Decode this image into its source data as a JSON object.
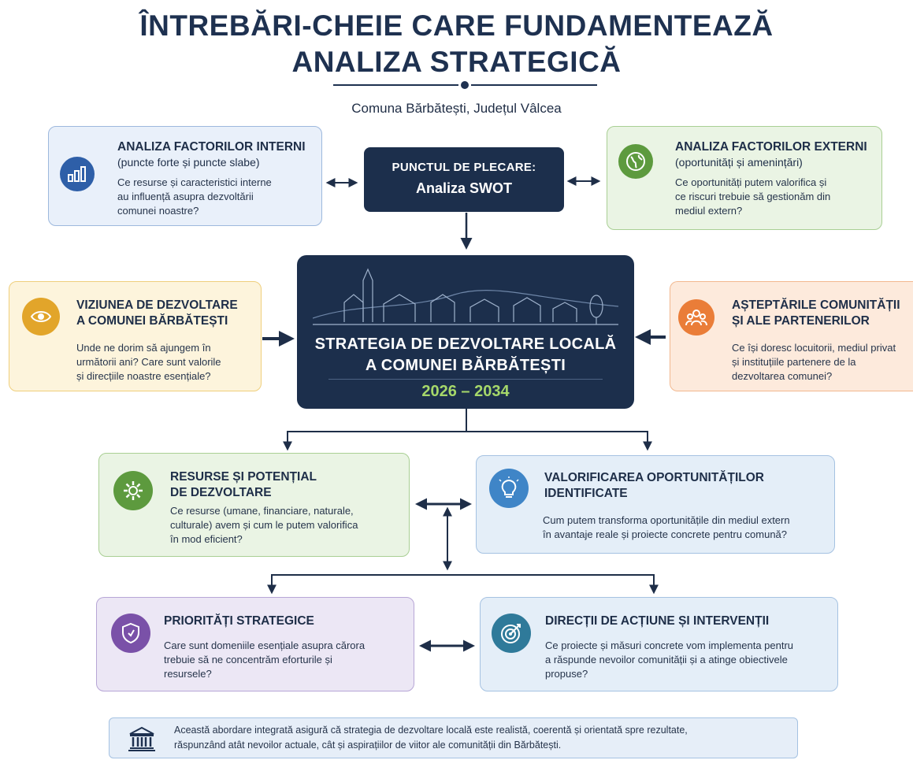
{
  "header": {
    "title_line1": "ÎNTREBĂRI-CHEIE CARE FUNDAMENTEAZĂ",
    "title_line2": "ANALIZA STRATEGICĂ",
    "subtitle": "Comuna Bărbătești, Județul Vâlcea"
  },
  "start": {
    "line1": "PUNCTUL DE PLECARE:",
    "line2": "Analiza SWOT"
  },
  "internal": {
    "title": "ANALIZA FACTORILOR INTERNI",
    "subtitle": "(puncte forte și puncte slabe)",
    "line1": "Ce resurse și caracteristici interne",
    "line2": "au influență asupra dezvoltării",
    "line3": "comunei noastre?",
    "icon": "bar-chart-icon"
  },
  "external": {
    "title": "ANALIZA FACTORILOR EXTERNI",
    "subtitle": "(oportunități și amenințări)",
    "line1": "Ce oportunități putem valorifica și",
    "line2": "ce riscuri trebuie să gestionăm din",
    "line3": "mediul extern?",
    "icon": "globe-icon"
  },
  "vision": {
    "title1": "VIZIUNEA DE DEZVOLTARE",
    "title2": "A COMUNEI BĂRBĂTEȘTI",
    "line1": "Unde ne dorim să ajungem în",
    "line2": "următorii ani? Care sunt valorile",
    "line3": "și direcțiile noastre esențiale?",
    "icon": "eye-icon"
  },
  "expectations": {
    "title1": "AȘTEPTĂRILE COMUNITĂȚII",
    "title2": "ȘI ALE PARTENERILOR",
    "line1": "Ce își doresc locuitorii, mediul privat",
    "line2": "și instituțiile partenere de la",
    "line3": "dezvoltarea comunei?",
    "icon": "community-icon"
  },
  "center": {
    "line1": "STRATEGIA DE DEZVOLTARE LOCALĂ",
    "line2": "A COMUNEI BĂRBĂTEȘTI",
    "years": "2026 – 2034"
  },
  "resources": {
    "title1": "RESURSE ȘI POTENȚIAL",
    "title2": "DE DEZVOLTARE",
    "line1": "Ce resurse (umane, financiare, naturale,",
    "line2": "culturale) avem și cum le putem valorifica",
    "line3": "în mod eficient?",
    "icon": "gear-icon"
  },
  "opportunities": {
    "title1": "VALORIFICAREA OPORTUNITĂȚILOR",
    "title2": "IDENTIFICATE",
    "line1": "Cum putem transforma oportunitățile din mediul extern",
    "line2": "în avantaje reale și proiecte concrete pentru comună?",
    "icon": "lightbulb-icon"
  },
  "priorities": {
    "title": "PRIORITĂȚI STRATEGICE",
    "line1": "Care sunt domeniile esențiale asupra cărora",
    "line2": "trebuie să ne concentrăm eforturile și",
    "line3": "resursele?",
    "icon": "shield-icon"
  },
  "directions": {
    "title": "DIRECȚII DE ACȚIUNE ȘI INTERVENȚII",
    "line1": "Ce proiecte și măsuri concrete vom implementa pentru",
    "line2": "a răspunde nevoilor comunității și a atinge obiectivele",
    "line3": "propuse?",
    "icon": "target-icon"
  },
  "footer": {
    "line1": "Această abordare integrată asigură că strategia de dezvoltare locală este realistă, coerentă și orientată spre rezultate,",
    "line2": "răspunzând atât nevoilor actuale, cât și aspirațiilor de viitor ale comunității din Bărbătești.",
    "icon": "institution-icon"
  },
  "colors": {
    "navy": "#1c2f4c",
    "blue_bg": "#e9f0fa",
    "green_bg": "#eaf4e4",
    "yellow_bg": "#fdf4dc",
    "orange_bg": "#fdeadc",
    "purple_bg": "#ece7f5",
    "years_green": "#a6d86a"
  }
}
